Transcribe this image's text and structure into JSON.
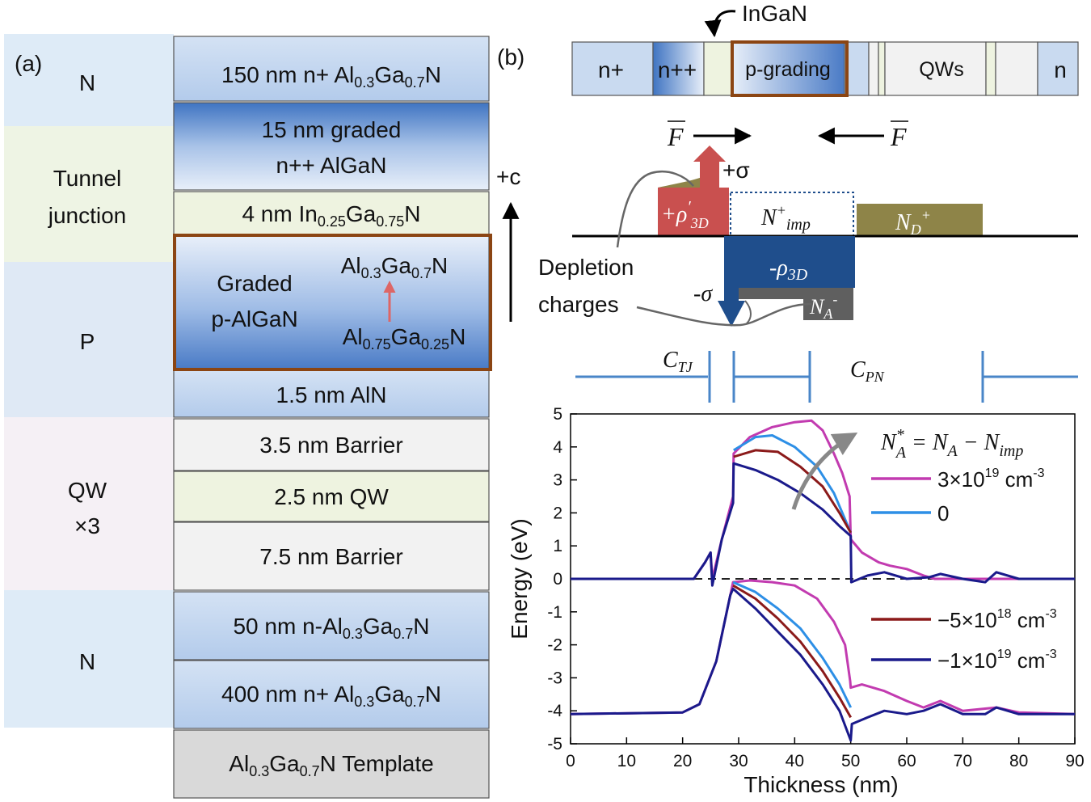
{
  "panel_a": {
    "label": "(a)",
    "regions": [
      {
        "key": "n_top",
        "text": "N"
      },
      {
        "key": "tj",
        "line1": "Tunnel",
        "line2": "junction"
      },
      {
        "key": "p",
        "text": "P"
      },
      {
        "key": "qw",
        "line1": "QW",
        "line2": "×3"
      },
      {
        "key": "n_bot",
        "text": "N"
      }
    ],
    "layers": {
      "l1_pre": "150 nm n+ Al",
      "l1_s1": "0.3",
      "l1_mid": "Ga",
      "l1_s2": "0.7",
      "l1_post": "N",
      "l2_line1": "15 nm graded",
      "l2_line2": "n++ AlGaN",
      "l3_pre": "4 nm In",
      "l3_s1": "0.25",
      "l3_mid": "Ga",
      "l3_s2": "0.75",
      "l3_post": "N",
      "l4_line1": "Graded",
      "l4_line2": "p-AlGaN",
      "l4_top_pre": "Al",
      "l4_top_s1": "0.3",
      "l4_top_mid": "Ga",
      "l4_top_s2": "0.7",
      "l4_top_post": "N",
      "l4_bot_pre": "Al",
      "l4_bot_s1": "0.75",
      "l4_bot_mid": "Ga",
      "l4_bot_s2": "0.25",
      "l4_bot_post": "N",
      "l5": "1.5 nm AlN",
      "l6": "3.5 nm Barrier",
      "l7": "2.5 nm QW",
      "l8": "7.5 nm Barrier",
      "l9_pre": "50 nm n-Al",
      "l9_s1": "0.3",
      "l9_mid": "Ga",
      "l9_s2": "0.7",
      "l9_post": "N",
      "l10_pre": "400 nm n+ Al",
      "l10_s1": "0.3",
      "l10_mid": "Ga",
      "l10_s2": "0.7",
      "l10_post": "N",
      "l11_pre": "Al",
      "l11_s1": "0.3",
      "l11_mid": "Ga",
      "l11_s2": "0.7",
      "l11_post": "N Template"
    },
    "c_axis": "+c"
  },
  "panel_b": {
    "label": "(b)",
    "ingan": "InGaN",
    "seg_nplus": "n+",
    "seg_npp": "n++",
    "seg_pgrading": "p-grading",
    "seg_qws": "QWs",
    "seg_n": "n",
    "field_F": "F",
    "plus_sigma": "+σ",
    "minus_sigma": "-σ",
    "rho_plus": "+ρ",
    "rho_plus_sub": "3D",
    "rho_prime": "′",
    "rho_minus": "-ρ",
    "rho_minus_sub": "3D",
    "nimp": "N",
    "nimp_sup": "+",
    "nimp_sub": "imp",
    "nd": "N",
    "nd_sub": "D",
    "nd_sup": "+",
    "na": "N",
    "na_sub": "A",
    "na_sup": "-",
    "depletion_line1": "Depletion",
    "depletion_line2": "charges",
    "ctj": "C",
    "ctj_sub": "TJ",
    "cpn": "C",
    "cpn_sub": "PN",
    "colors": {
      "nlayer": "#c9daf0",
      "n_dark": "#4a7bc6",
      "ingan": "#eef3e0",
      "qw": "#f1f1f1",
      "pgrad_border": "#8b4513",
      "rho_plus": "#c9504f",
      "rho_minus": "#1f4e8c",
      "nd": "#8e8448",
      "na": "#5f5f5f"
    }
  },
  "chart_data": {
    "type": "line",
    "xlabel": "Thickness (nm)",
    "ylabel": "Energy (eV)",
    "xlim": [
      0,
      90
    ],
    "ylim": [
      -5,
      5
    ],
    "xticks": [
      "0",
      "10",
      "20",
      "30",
      "40",
      "50",
      "60",
      "70",
      "80",
      "90"
    ],
    "yticks": [
      "5",
      "4",
      "3",
      "2",
      "1",
      "0",
      "-1",
      "-2",
      "-3",
      "-4",
      "-5"
    ],
    "legend_title": "N*A = NA − Nimp",
    "legend_title_parts": {
      "n": "N",
      "star": "*",
      "a": "A",
      "eq": " = ",
      "n2": "N",
      "a2": "A",
      "minus": " − ",
      "n3": "N",
      "imp": "imp"
    },
    "series": [
      {
        "name": "3×10^19 cm^-3",
        "label_pre": "3×10",
        "label_exp": "19",
        "label_unit": " cm",
        "label_uexp": "-3",
        "color": "#c23bb0",
        "conduction": [
          [
            0,
            0
          ],
          [
            22,
            0
          ],
          [
            24,
            0.5
          ],
          [
            25,
            0.8
          ],
          [
            25.3,
            0.0
          ],
          [
            27,
            1.2
          ],
          [
            29,
            2.5
          ],
          [
            29.1,
            3.8
          ],
          [
            32,
            4.3
          ],
          [
            36,
            4.6
          ],
          [
            40,
            4.75
          ],
          [
            43,
            4.8
          ],
          [
            45,
            4.5
          ],
          [
            47,
            3.8
          ],
          [
            48.5,
            3.2
          ],
          [
            49.8,
            2.5
          ],
          [
            50,
            1.2
          ],
          [
            52,
            0.8
          ],
          [
            55,
            0.5
          ],
          [
            57,
            0.4
          ],
          [
            60,
            0.3
          ],
          [
            63,
            0.1
          ],
          [
            65,
            0
          ],
          [
            90,
            0
          ]
        ],
        "valence": [
          [
            0,
            -4.1
          ],
          [
            20,
            -4.05
          ],
          [
            23,
            -3.8
          ],
          [
            26,
            -2.5
          ],
          [
            28.5,
            -0.5
          ],
          [
            29,
            -0.1
          ],
          [
            32,
            -0.05
          ],
          [
            36,
            -0.1
          ],
          [
            40,
            -0.2
          ],
          [
            44,
            -0.6
          ],
          [
            47,
            -1.3
          ],
          [
            49,
            -2.0
          ],
          [
            49.9,
            -3.1
          ],
          [
            50,
            -3.3
          ],
          [
            52,
            -3.2
          ],
          [
            56,
            -3.4
          ],
          [
            60,
            -3.7
          ],
          [
            63,
            -3.9
          ],
          [
            66,
            -3.7
          ],
          [
            70,
            -4.0
          ],
          [
            76,
            -3.9
          ],
          [
            80,
            -4.05
          ],
          [
            90,
            -4.1
          ]
        ]
      },
      {
        "name": "0",
        "label_pre": "0",
        "color": "#2d8fe6",
        "conduction": [
          [
            29.1,
            3.9
          ],
          [
            33,
            4.3
          ],
          [
            36,
            4.35
          ],
          [
            40,
            4.0
          ],
          [
            44,
            3.4
          ],
          [
            47,
            2.6
          ],
          [
            50,
            1.4
          ]
        ],
        "valence": [
          [
            29,
            -0.1
          ],
          [
            33,
            -0.4
          ],
          [
            37,
            -0.9
          ],
          [
            41,
            -1.5
          ],
          [
            45,
            -2.4
          ],
          [
            48,
            -3.2
          ],
          [
            50,
            -3.9
          ]
        ]
      },
      {
        "name": "−5×10^18 cm^-3",
        "label_pre": "−5×10",
        "label_exp": "18",
        "label_unit": " cm",
        "label_uexp": "-3",
        "color": "#8b1a1a",
        "conduction": [
          [
            29.1,
            3.7
          ],
          [
            33,
            3.9
          ],
          [
            37,
            3.85
          ],
          [
            41,
            3.4
          ],
          [
            45,
            2.8
          ],
          [
            48,
            2.0
          ],
          [
            50,
            1.4
          ]
        ],
        "valence": [
          [
            29,
            -0.2
          ],
          [
            33,
            -0.6
          ],
          [
            37,
            -1.2
          ],
          [
            41,
            -1.9
          ],
          [
            45,
            -2.8
          ],
          [
            48,
            -3.6
          ],
          [
            50,
            -4.2
          ]
        ]
      },
      {
        "name": "−1×10^19 cm^-3",
        "label_pre": "−1×10",
        "label_exp": "19",
        "label_unit": " cm",
        "label_uexp": "-3",
        "color": "#1a1a8b",
        "conduction": [
          [
            0,
            0
          ],
          [
            22,
            0
          ],
          [
            24,
            0.5
          ],
          [
            25,
            0.8
          ],
          [
            25.3,
            -0.2
          ],
          [
            27,
            1.2
          ],
          [
            29,
            2.3
          ],
          [
            29.1,
            3.5
          ],
          [
            33,
            3.3
          ],
          [
            37,
            3.0
          ],
          [
            41,
            2.6
          ],
          [
            45,
            2.1
          ],
          [
            48,
            1.6
          ],
          [
            50,
            1.3
          ],
          [
            50.1,
            -0.1
          ],
          [
            53,
            0.1
          ],
          [
            56,
            0.2
          ],
          [
            60,
            0
          ],
          [
            64,
            0.05
          ],
          [
            66,
            0.15
          ],
          [
            70,
            0
          ],
          [
            74,
            -0.1
          ],
          [
            76,
            0.2
          ],
          [
            80,
            0
          ],
          [
            90,
            0
          ]
        ],
        "valence": [
          [
            0,
            -4.1
          ],
          [
            20,
            -4.05
          ],
          [
            23,
            -3.8
          ],
          [
            26,
            -2.5
          ],
          [
            28.5,
            -0.5
          ],
          [
            29,
            -0.3
          ],
          [
            33,
            -0.9
          ],
          [
            37,
            -1.6
          ],
          [
            41,
            -2.3
          ],
          [
            45,
            -3.2
          ],
          [
            48,
            -4.0
          ],
          [
            50,
            -4.9
          ],
          [
            50.2,
            -4.4
          ],
          [
            53,
            -4.2
          ],
          [
            56,
            -4.0
          ],
          [
            60,
            -4.1
          ],
          [
            63,
            -4.0
          ],
          [
            66,
            -3.8
          ],
          [
            70,
            -4.1
          ],
          [
            74,
            -4.1
          ],
          [
            76,
            -3.9
          ],
          [
            80,
            -4.1
          ],
          [
            90,
            -4.1
          ]
        ]
      }
    ],
    "zero_line": true
  }
}
